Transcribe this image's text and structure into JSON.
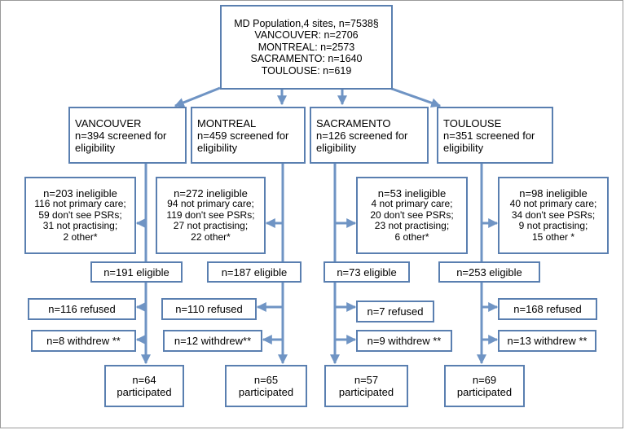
{
  "colors": {
    "box_border": "#5a7fb0",
    "arrow": "#6f94c4"
  },
  "population": {
    "lines": [
      "MD Population,4 sites, n=7538§",
      "VANCOUVER: n=2706",
      "MONTREAL: n=2573",
      "SACRAMENTO: n=1640",
      "TOULOUSE: n=619"
    ]
  },
  "sites": [
    {
      "screened": [
        "VANCOUVER",
        "n=394 screened for",
        "eligibility"
      ],
      "ineligible": [
        "n=203 ineligible",
        "116 not primary care;",
        "59 don't see PSRs;",
        "31 not practising;",
        "2 other*"
      ],
      "eligible": "n=191 eligible",
      "refused": "n=116 refused",
      "withdrew": "n=8 withdrew **",
      "participated": [
        "n=64",
        "participated"
      ]
    },
    {
      "screened": [
        "MONTREAL",
        "n=459 screened for",
        "eligibility"
      ],
      "ineligible": [
        "n=272 ineligible",
        "94 not primary care;",
        "119 don't see PSRs;",
        "27 not practising;",
        "22 other*"
      ],
      "eligible": "n=187 eligible",
      "refused": "n=110 refused",
      "withdrew": "n=12 withdrew**",
      "participated": [
        "n=65",
        "participated"
      ]
    },
    {
      "screened": [
        "SACRAMENTO",
        "n=126 screened for",
        "eligibility"
      ],
      "ineligible": [
        "n=53 ineligible",
        "4 not primary care;",
        "20 don't see PSRs;",
        "23 not practising;",
        "6 other*"
      ],
      "eligible": "n=73 eligible",
      "refused": "n=7 refused",
      "withdrew": "n=9 withdrew **",
      "participated": [
        "n=57",
        "participated"
      ]
    },
    {
      "screened": [
        "TOULOUSE",
        "n=351 screened for",
        "eligibility"
      ],
      "ineligible": [
        "n=98 ineligible",
        "40 not primary care;",
        "34 don't see PSRs;",
        "9 not practising;",
        "15 other *"
      ],
      "eligible": "n=253 eligible",
      "refused": "n=168 refused",
      "withdrew": "n=13 withdrew **",
      "participated": [
        "n=69",
        "participated"
      ]
    }
  ]
}
